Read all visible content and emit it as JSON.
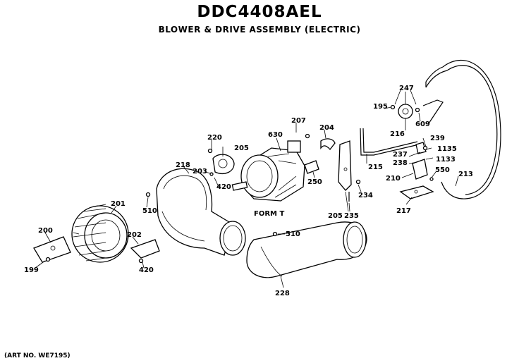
{
  "header": {
    "model": "DDC4408AEL",
    "title": "BLOWER & DRIVE ASSEMBLY (ELECTRIC)"
  },
  "footer": {
    "art_no": "(ART NO. WE7195)"
  },
  "callouts": [
    {
      "id": "c247",
      "text": "247"
    },
    {
      "id": "c195",
      "text": "195"
    },
    {
      "id": "c609",
      "text": "609"
    },
    {
      "id": "c216",
      "text": "216"
    },
    {
      "id": "c207",
      "text": "207"
    },
    {
      "id": "c204",
      "text": "204"
    },
    {
      "id": "c630",
      "text": "630"
    },
    {
      "id": "c220",
      "text": "220"
    },
    {
      "id": "c205a",
      "text": "205"
    },
    {
      "id": "c218",
      "text": "218"
    },
    {
      "id": "c203",
      "text": "203"
    },
    {
      "id": "c420a",
      "text": "420"
    },
    {
      "id": "c250",
      "text": "250"
    },
    {
      "id": "c215",
      "text": "215"
    },
    {
      "id": "c239",
      "text": "239"
    },
    {
      "id": "c1135",
      "text": "1135"
    },
    {
      "id": "c237",
      "text": "237"
    },
    {
      "id": "c238",
      "text": "238"
    },
    {
      "id": "c1133",
      "text": "1133"
    },
    {
      "id": "c550",
      "text": "550"
    },
    {
      "id": "c210",
      "text": "210"
    },
    {
      "id": "c213",
      "text": "213"
    },
    {
      "id": "c234",
      "text": "234"
    },
    {
      "id": "c205b",
      "text": "205"
    },
    {
      "id": "c235",
      "text": "235"
    },
    {
      "id": "c217",
      "text": "217"
    },
    {
      "id": "c201",
      "text": "201"
    },
    {
      "id": "c510a",
      "text": "510"
    },
    {
      "id": "c200",
      "text": "200"
    },
    {
      "id": "c202",
      "text": "202"
    },
    {
      "id": "c199",
      "text": "199"
    },
    {
      "id": "c420b",
      "text": "420"
    },
    {
      "id": "c510b",
      "text": "510"
    },
    {
      "id": "c228",
      "text": "228"
    },
    {
      "id": "cform",
      "text": "FORM T"
    }
  ]
}
